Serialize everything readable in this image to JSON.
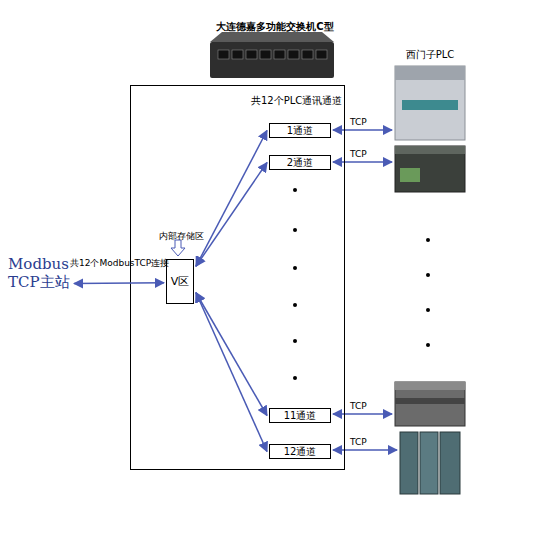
{
  "diagram": {
    "nodes": [
      {
        "text": [
          "共12个PLC通讯通道"
        ]
      },
      {
        "text": [
          "内部存储区",
          "V区"
        ],
        "in": 0
      },
      {
        "text": [
          "1通道"
        ],
        "in": 0
      },
      {
        "text": [
          "2通道"
        ],
        "in": 0
      },
      {
        "text": [
          "11通道"
        ],
        "in": 0
      },
      {
        "text": [
          "12通道"
        ],
        "in": 0
      },
      {
        "text": [
          "Modbus TCP主站"
        ]
      }
    ],
    "edges": [
      {
        "from": 6,
        "to": 1,
        "arrow": "both",
        "label": "共12个ModbusTCP连接"
      },
      {
        "from": 1,
        "to": 2,
        "arrow": "both"
      },
      {
        "from": 1,
        "to": 3,
        "arrow": "both"
      },
      {
        "from": 1,
        "to": 4,
        "arrow": "both"
      },
      {
        "from": 1,
        "to": 5,
        "arrow": "both"
      }
    ],
    "labels": [
      "大连德嘉多功能交换机C型",
      "西门子PLC",
      "TCP",
      "TCP",
      "TCP",
      "TCP"
    ]
  }
}
